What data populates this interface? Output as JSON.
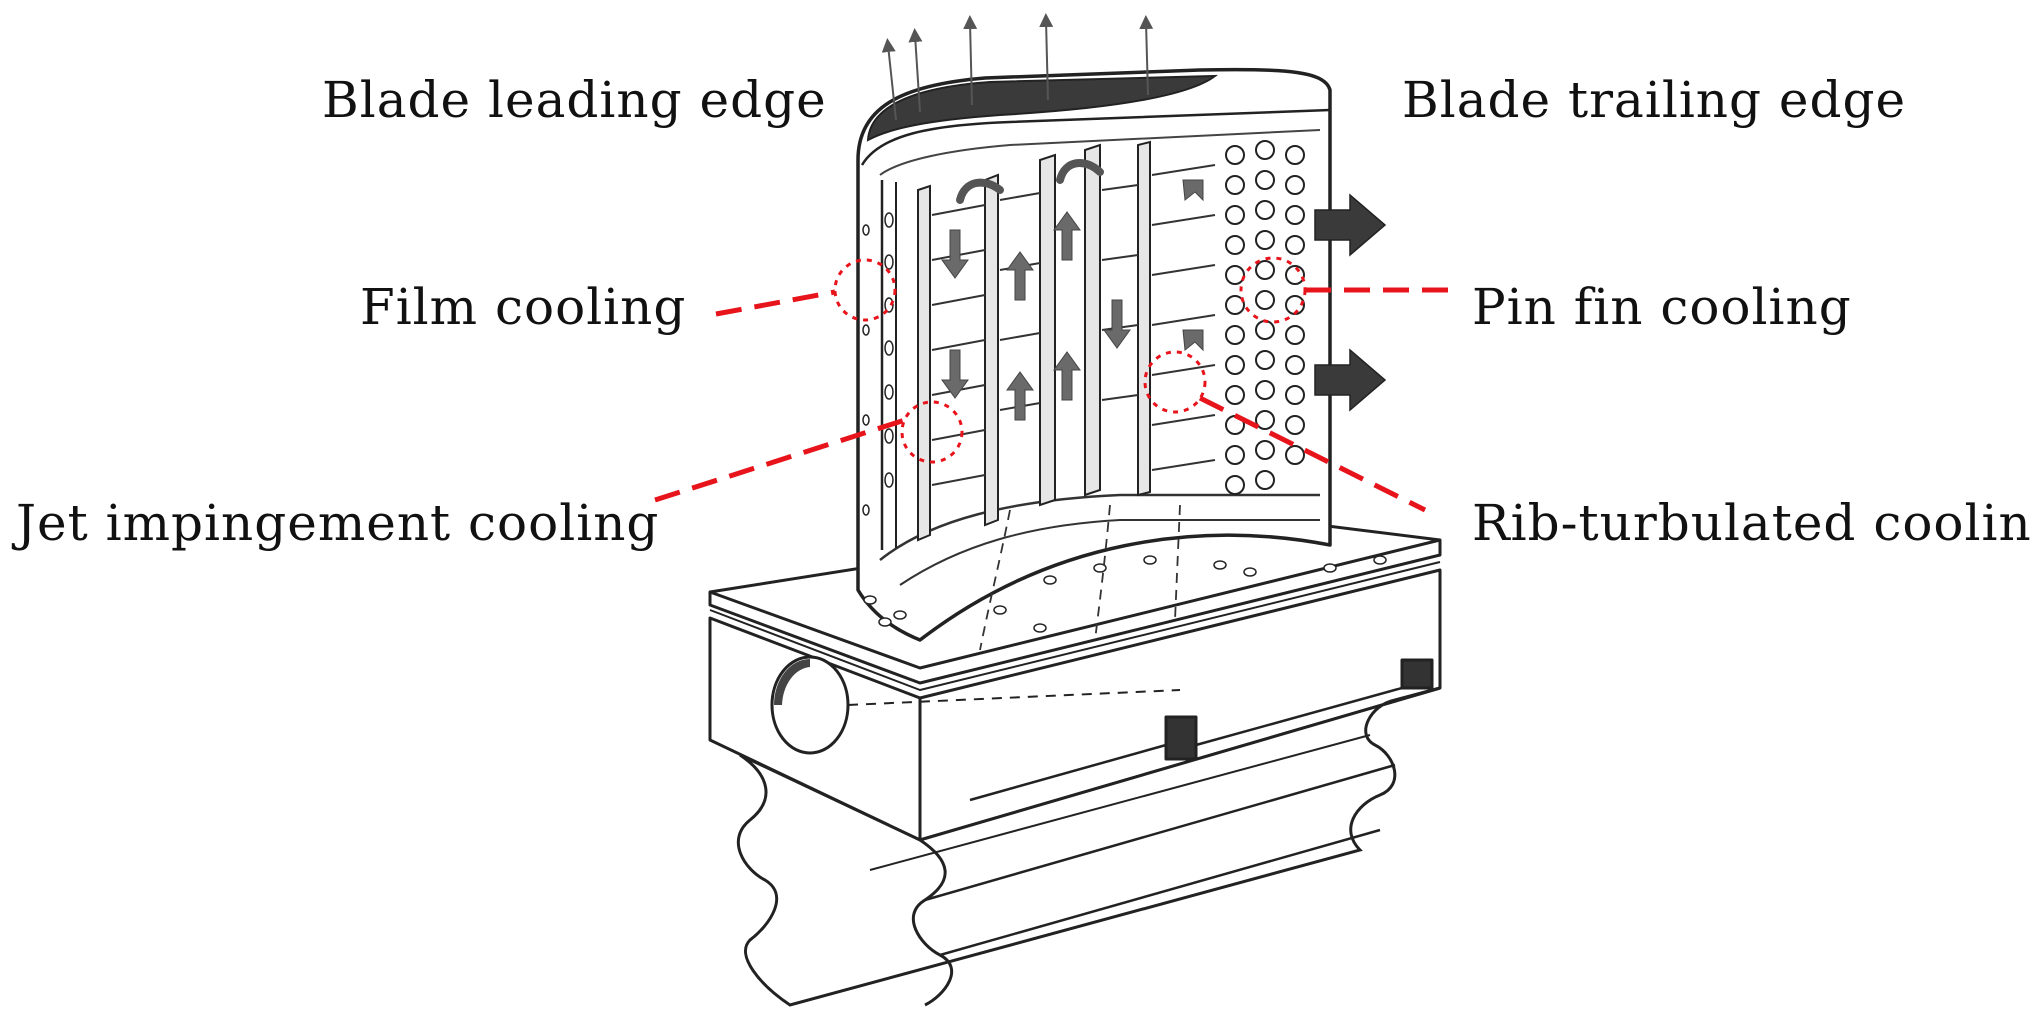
{
  "labels": {
    "leading_edge": "Blade leading edge",
    "trailing_edge": "Blade trailing edge",
    "film_cooling": "Film cooling",
    "pin_fin_cooling": "Pin fin cooling",
    "jet_impingement_cooling": "Jet impingement cooling",
    "rib_turbulated_cooling": "Rib-turbulated cooling"
  },
  "colors": {
    "callout": "#e8141b",
    "outline": "#222222",
    "flow_arrow": "#555555",
    "ink": "#111111"
  }
}
